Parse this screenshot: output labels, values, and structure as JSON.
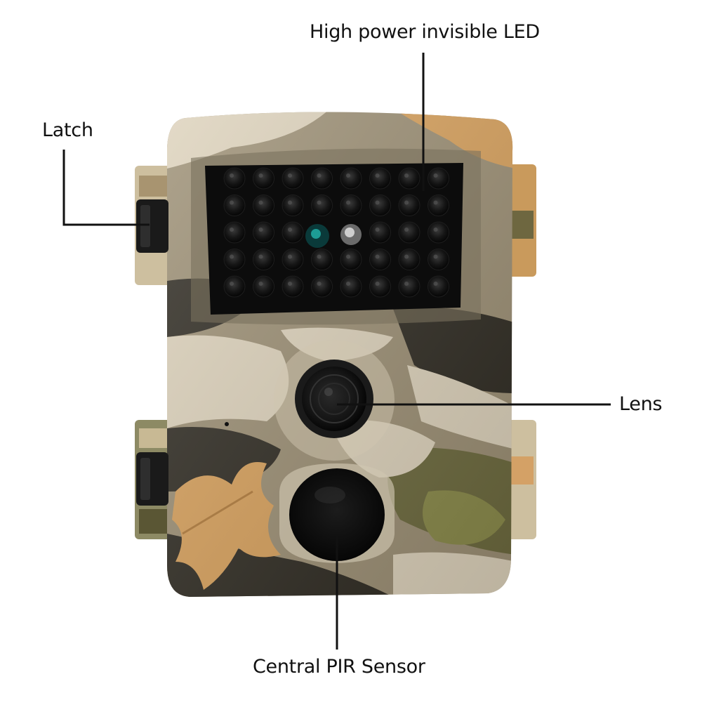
{
  "labels": {
    "led": "High power invisible LED",
    "latch": "Latch",
    "lens": "Lens",
    "pir": "Central PIR Sensor"
  },
  "colors": {
    "camo_base": "#9c8f74",
    "camo_light": "#ddd2bb",
    "camo_dark": "#2f2b22",
    "camo_olive": "#6d6a3e",
    "camo_orange": "#d8a15c",
    "ir_panel": "#0c0c0c",
    "leader_line": "#111111"
  },
  "led_grid": {
    "rows": 5,
    "cols": 8
  }
}
